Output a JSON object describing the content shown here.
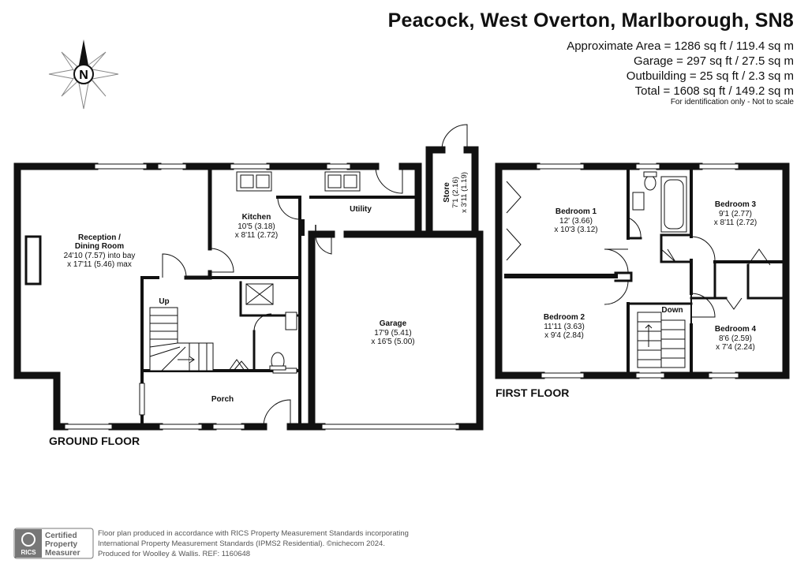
{
  "header": {
    "title": "Peacock, West Overton, Marlborough, SN8",
    "areas": [
      "Approximate Area = 1286 sq ft / 119.4 sq m",
      "Garage = 297 sq ft / 27.5 sq m",
      "Outbuilding = 25 sq ft / 2.3 sq m",
      "Total = 1608 sq ft / 149.2 sq m"
    ],
    "disclaimer": "For identification only - Not to scale"
  },
  "compass": {
    "letter": "N"
  },
  "floors": {
    "ground": "GROUND FLOOR",
    "first": "FIRST FLOOR"
  },
  "rooms": {
    "reception": {
      "name1": "Reception /",
      "name2": "Dining Room",
      "dim1": "24'10 (7.57) into bay",
      "dim2": "x 17'11 (5.46) max"
    },
    "kitchen": {
      "name": "Kitchen",
      "dim1": "10'5 (3.18)",
      "dim2": "x 8'11 (2.72)"
    },
    "utility": {
      "name": "Utility"
    },
    "store": {
      "name": "Store",
      "dim1": "7'1 (2.16)",
      "dim2": "x 3'11 (1.19)"
    },
    "garage": {
      "name": "Garage",
      "dim1": "17'9 (5.41)",
      "dim2": "x 16'5 (5.00)"
    },
    "porch": {
      "name": "Porch"
    },
    "up": "Up",
    "bedroom1": {
      "name": "Bedroom 1",
      "dim1": "12' (3.66)",
      "dim2": "x 10'3 (3.12)"
    },
    "bedroom2": {
      "name": "Bedroom 2",
      "dim1": "11'11 (3.63)",
      "dim2": "x 9'4 (2.84)"
    },
    "bedroom3": {
      "name": "Bedroom 3",
      "dim1": "9'1 (2.77)",
      "dim2": "x 8'11 (2.72)"
    },
    "bedroom4": {
      "name": "Bedroom 4",
      "dim1": "8'6 (2.59)",
      "dim2": "x 7'4 (2.24)"
    },
    "down": "Down"
  },
  "footer": {
    "badge1": "Certified",
    "badge2": "Property",
    "badge3": "Measurer",
    "rics": "RICS",
    "lines": [
      "Floor plan produced in accordance with RICS Property Measurement Standards incorporating",
      "International Property Measurement Standards (IPMS2 Residential).  ©nichecom 2024.",
      "Produced for Woolley & Wallis.   REF: 1160648"
    ]
  }
}
